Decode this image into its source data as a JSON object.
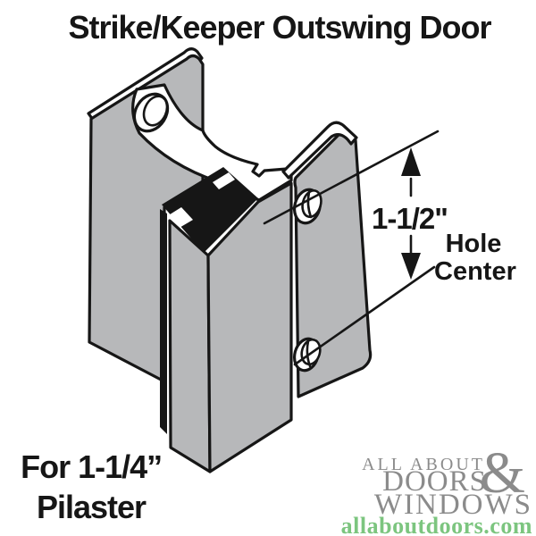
{
  "title": "Strike/Keeper Outswing Door",
  "dimension_annotation": {
    "value": "1-1/2\"",
    "label_line1": "Hole",
    "label_line2": "Center"
  },
  "caption": {
    "line1": "For 1-1/4’’",
    "line2": "Pilaster"
  },
  "logo": {
    "line1": "ALL ABOUT",
    "line2": "DOORS",
    "ampersand": "&",
    "line3": "WINDOWS",
    "website": "allaboutdoors.com"
  },
  "colors": {
    "part_gray": "#b7b8ba",
    "outline_black": "#161616",
    "logo_gray": "#8b8b8b",
    "logo_green": "#7cc57f"
  }
}
